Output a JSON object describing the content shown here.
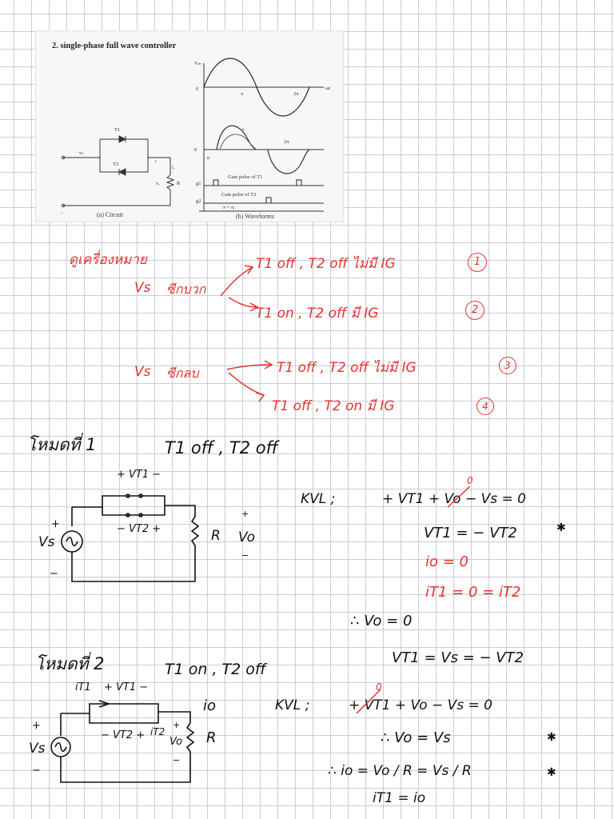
{
  "textbook": {
    "title": "2. single-phase full wave controller",
    "caption_a": "(a) Circuit",
    "caption_b": "(b) Waveforms",
    "gate1": "Gate pulse of T1",
    "gate2": "Gate pulse of T2",
    "alpha_label": "π + α",
    "pi": "π",
    "two_pi": "2π",
    "omega_t": "ωt",
    "labels": {
      "vs": "vₛ",
      "vm": "Vₘ",
      "vo": "vₒ",
      "io": "iₒ",
      "zero": "0",
      "r": "R",
      "alpha": "α",
      "g1": "g1",
      "g2": "g2",
      "t1": "T1",
      "t2": "T2",
      "plus": "+",
      "minus": "−"
    }
  },
  "notes": {
    "heading": "ดูเครื่องหมาย",
    "pos_half": {
      "src": "Vs",
      "word": "ซีกบวก",
      "case1": "T1 off , T2 off  ไม่มี IG",
      "case2": "T1 on , T2 off  มี IG",
      "n1": "1",
      "n2": "2"
    },
    "neg_half": {
      "src": "Vs",
      "word": "ซีกลบ",
      "case3": "T1 off , T2 off  ไม่มี IG",
      "case4": "T1 off , T2 on  มี IG",
      "n3": "3",
      "n4": "4"
    },
    "mode1": {
      "title": "โหมดที่ 1",
      "state": "T1 off , T2 off",
      "vt1": "+ VT1 −",
      "vt2": "− VT2 +",
      "vs": "Vs",
      "r": "R",
      "vo": "Vo",
      "plus": "+",
      "minus": "−",
      "kvl_label": "KVL ;",
      "eq1": "+ VT1 + Vo − Vs = 0",
      "eq1_zero": "0",
      "eq2": "VT1 = − VT2",
      "eq3": "io = 0",
      "eq4": "iT1 = 0 = iT2",
      "eq5": "∴  Vo = 0",
      "eq6": "VT1 = Vs = − VT2",
      "star": "✱"
    },
    "mode2": {
      "title": "โหมดที่ 2",
      "state": "T1 on , T2 off",
      "it1": "iT1",
      "vt1": "+ VT1 −",
      "vt2": "− VT2 +",
      "it2": "iT2",
      "vs": "Vs",
      "r": "R",
      "io": "io",
      "vo": "Vo",
      "plus": "+",
      "minus": "−",
      "kvl_label": "KVL ;",
      "eq1": "+ VT1 + Vo − Vs = 0",
      "eq1_zero": "0",
      "eq2": "∴  Vo = Vs",
      "eq3": "∴  io = Vo / R = Vs / R",
      "eq4": "iT1 = io",
      "star": "✱"
    }
  }
}
